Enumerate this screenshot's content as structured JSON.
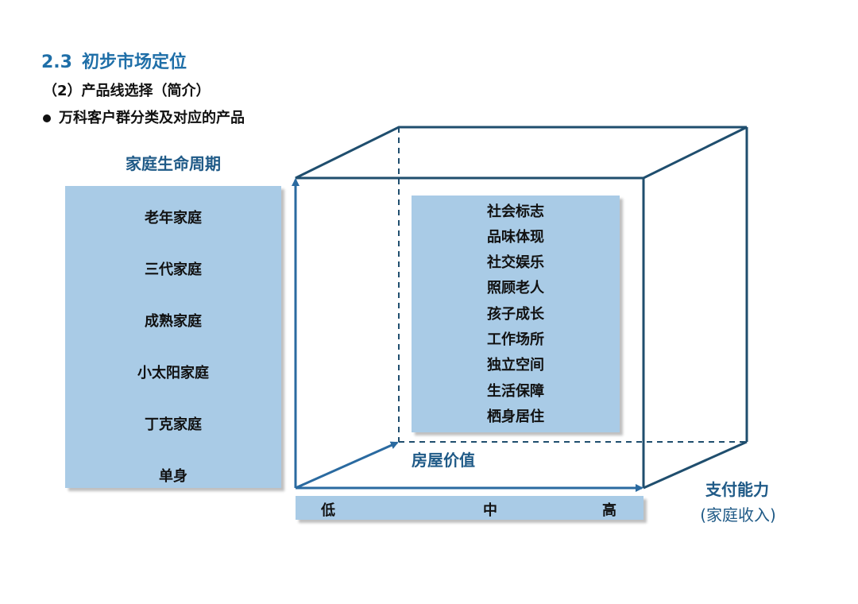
{
  "heading": {
    "number": "2.3",
    "title": "初步市场定位"
  },
  "subheading": "（2）产品线选择（简介）",
  "bullet": "万科客户群分类及对应的产品",
  "family_lifecycle": {
    "title": "家庭生命周期",
    "items": [
      "老年家庭",
      "三代家庭",
      "成熟家庭",
      "小太阳家庭",
      "丁克家庭",
      "单身"
    ]
  },
  "house_value": {
    "label": "房屋价值",
    "items": [
      "社会标志",
      "品味体现",
      "社交娱乐",
      "照顾老人",
      "孩子成长",
      "工作场所",
      "独立空间",
      "生活保障",
      "栖身居住"
    ]
  },
  "payment_axis": {
    "levels": [
      "低",
      "中",
      "高"
    ],
    "label": "支付能力",
    "sublabel": "(家庭收入)"
  },
  "colors": {
    "accent": "#1f6fa8",
    "panel": "#a9cbe6",
    "cube_line": "#1f4e6e",
    "arrow": "#2a6aa0"
  }
}
